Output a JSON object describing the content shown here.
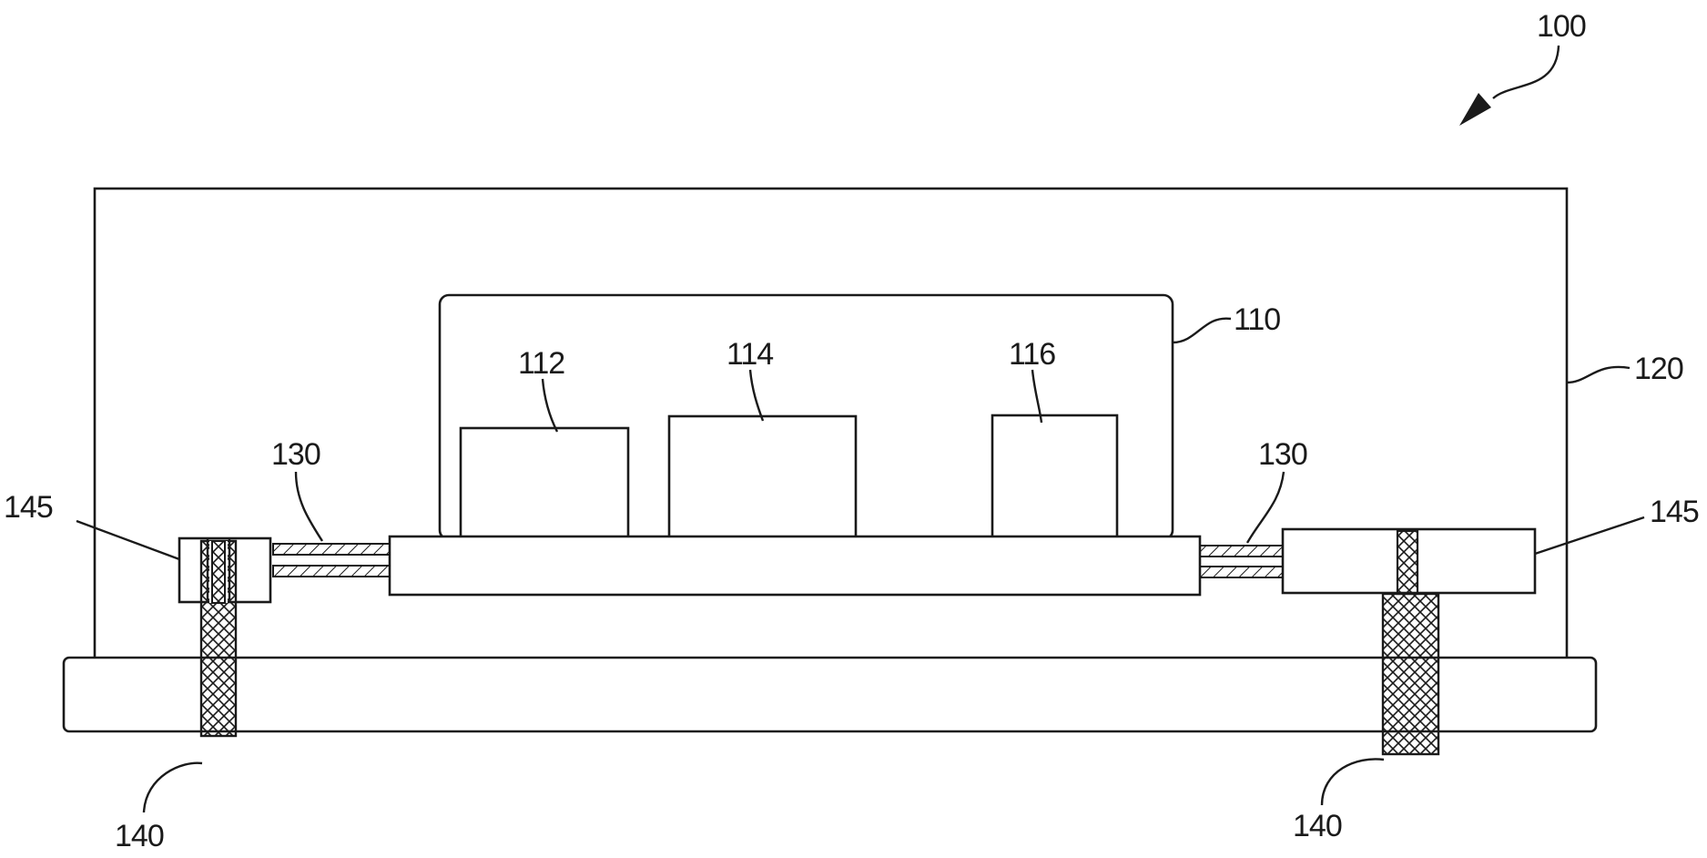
{
  "figure": {
    "labels": {
      "assembly": "100",
      "inner_module": "110",
      "component_a": "112",
      "component_b": "114",
      "component_c": "116",
      "housing": "120",
      "spacer_left": "130",
      "spacer_right": "130",
      "pin_left": "140",
      "pin_right": "140",
      "clip_left": "145",
      "clip_right": "145"
    },
    "colors": {
      "line": "#1a1a1a",
      "background": "#ffffff",
      "hatch": "#1a1a1a"
    }
  }
}
